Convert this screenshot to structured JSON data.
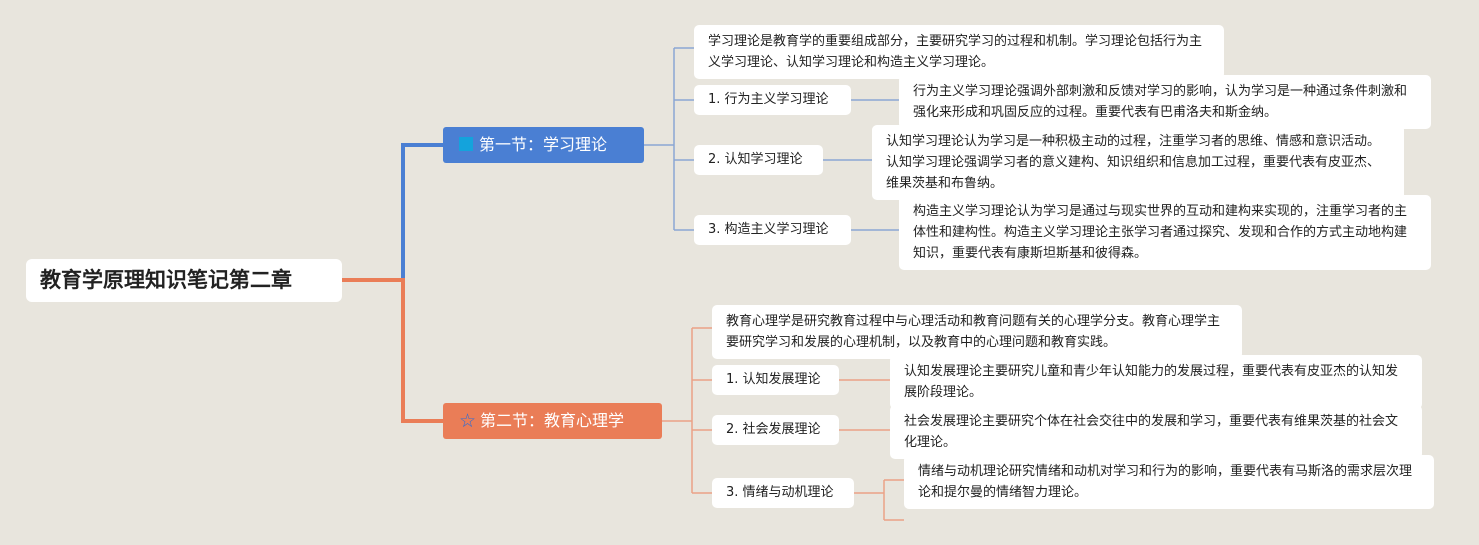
{
  "root": {
    "title": "教育学原理知识笔记第二章"
  },
  "colors": {
    "background": "#e8e5dd",
    "section1": "#4a7fd3",
    "section2": "#ea7d57",
    "square_icon": "#14a3dc",
    "star_icon": "#2e6dd6"
  },
  "sections": [
    {
      "title": "第一节：学习理论",
      "icon": "square-icon",
      "intro": "学习理论是教育学的重要组成部分，主要研究学习的过程和机制。学习理论包括行为主义学习理论、认知学习理论和构造主义学习理论。",
      "items": [
        {
          "label": "1. 行为主义学习理论",
          "detail": "行为主义学习理论强调外部刺激和反馈对学习的影响，认为学习是一种通过条件刺激和强化来形成和巩固反应的过程。重要代表有巴甫洛夫和斯金纳。"
        },
        {
          "label": "2. 认知学习理论",
          "detail": "认知学习理论认为学习是一种积极主动的过程，注重学习者的思维、情感和意识活动。认知学习理论强调学习者的意义建构、知识组织和信息加工过程，重要代表有皮亚杰、维果茨基和布鲁纳。"
        },
        {
          "label": "3. 构造主义学习理论",
          "detail": "构造主义学习理论认为学习是通过与现实世界的互动和建构来实现的，注重学习者的主体性和建构性。构造主义学习理论主张学习者通过探究、发现和合作的方式主动地构建知识，重要代表有康斯坦斯基和彼得森。"
        }
      ]
    },
    {
      "title": "第二节：教育心理学",
      "icon": "star-icon",
      "intro": "教育心理学是研究教育过程中与心理活动和教育问题有关的心理学分支。教育心理学主要研究学习和发展的心理机制，以及教育中的心理问题和教育实践。",
      "items": [
        {
          "label": "1. 认知发展理论",
          "detail": "认知发展理论主要研究儿童和青少年认知能力的发展过程，重要代表有皮亚杰的认知发展阶段理论。"
        },
        {
          "label": "2. 社会发展理论",
          "detail": "社会发展理论主要研究个体在社会交往中的发展和学习，重要代表有维果茨基的社会文化理论。"
        },
        {
          "label": "3. 情绪与动机理论",
          "detail": "情绪与动机理论研究情绪和动机对学习和行为的影响，重要代表有马斯洛的需求层次理论和提尔曼的情绪智力理论。"
        }
      ]
    }
  ]
}
